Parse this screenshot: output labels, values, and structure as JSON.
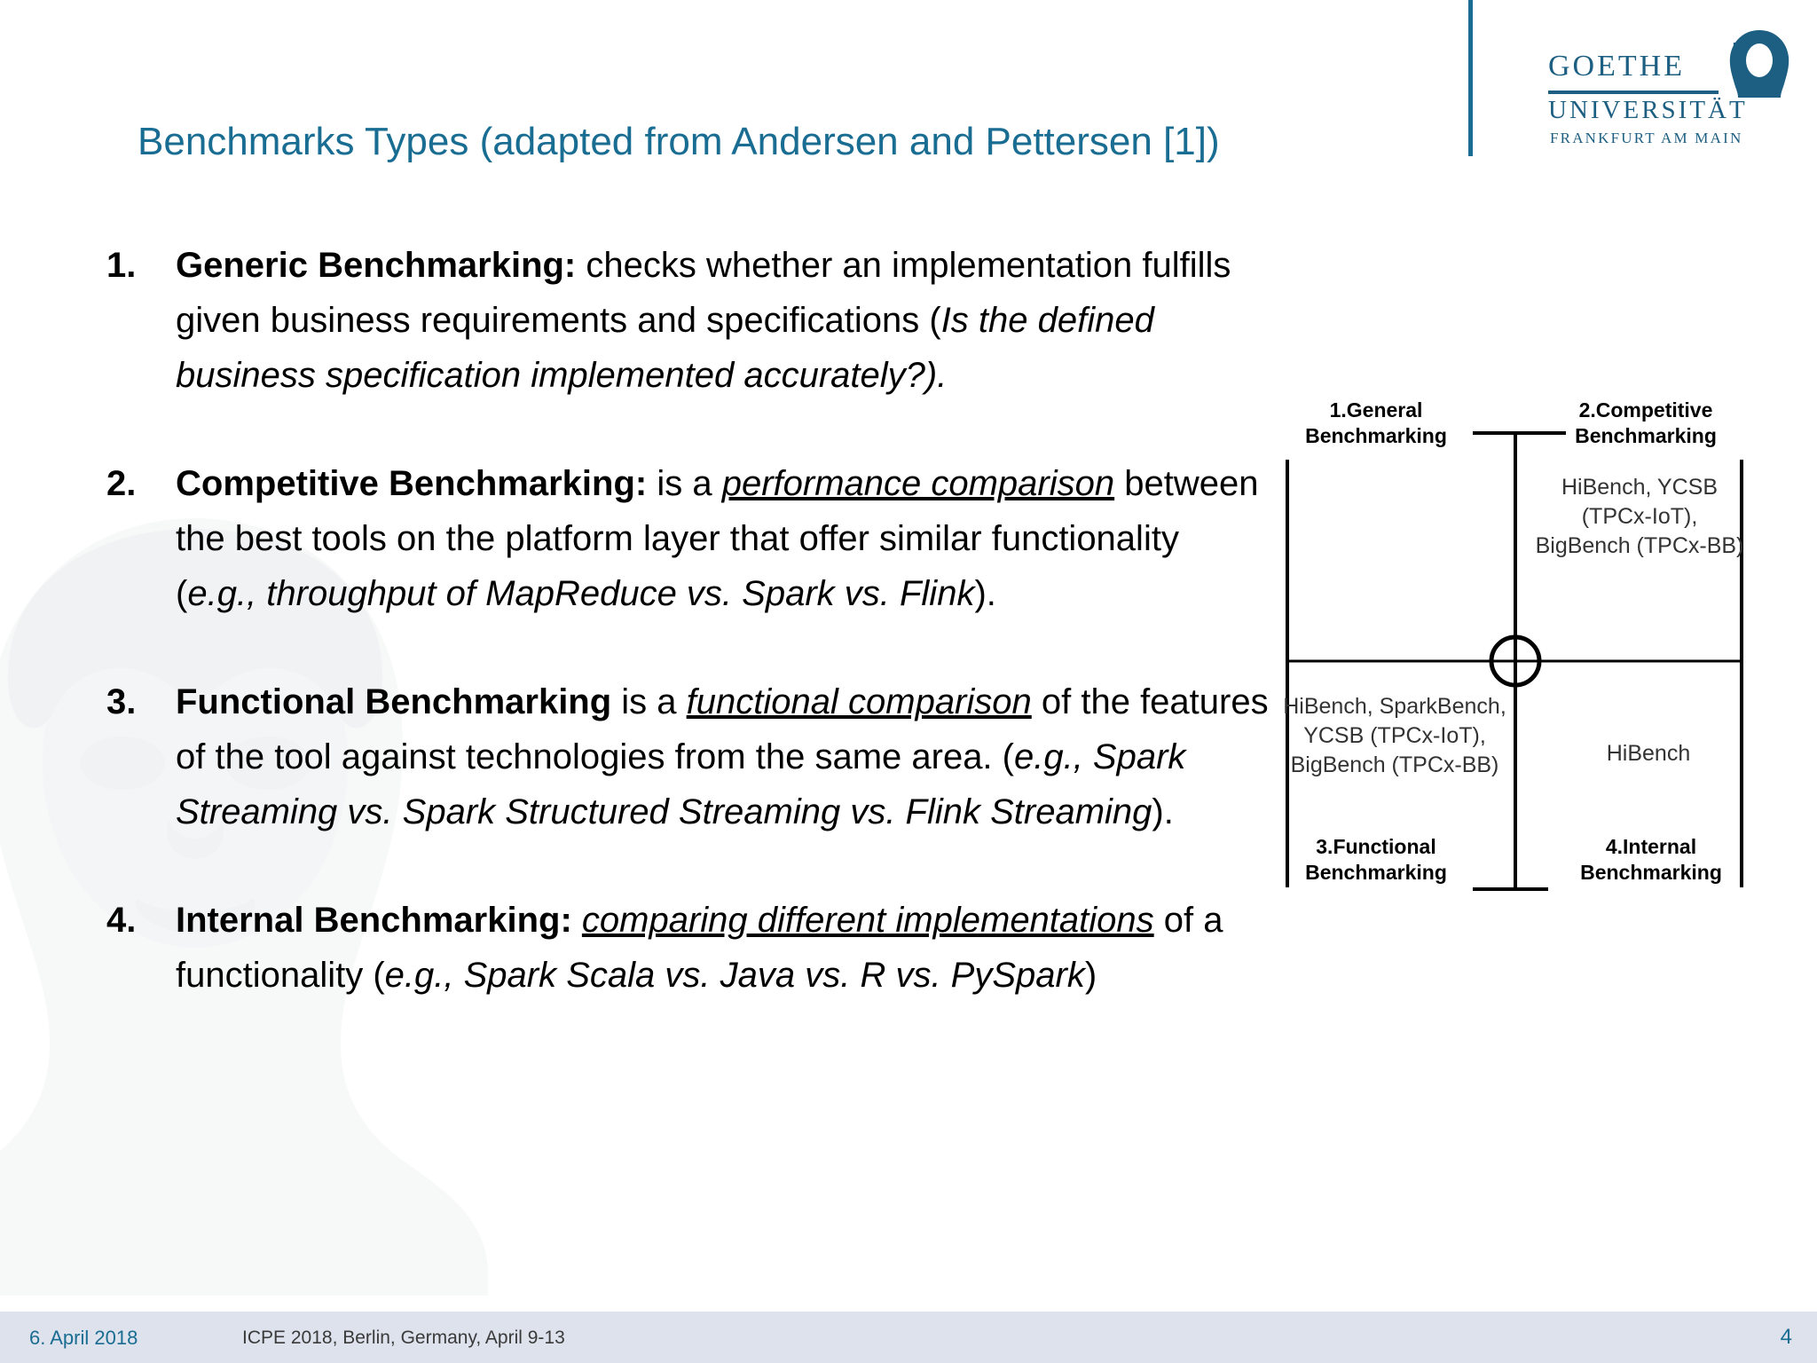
{
  "header": {
    "title": "Benchmarks Types (adapted from  Andersen and Pettersen [1])",
    "title_color": "#1a6d92",
    "logo": {
      "line1": "GOETHE",
      "line2": "UNIVERSITÄT",
      "line3": "FRANKFURT AM MAIN",
      "color": "#1c5f82"
    }
  },
  "content": {
    "items": [
      {
        "number": "1.",
        "segments": [
          {
            "text": "Generic Benchmarking:",
            "style": "bold"
          },
          {
            "text": " checks whether an implementation fulfills given business requirements and specifications (",
            "style": "normal"
          },
          {
            "text": "Is the defined business specification implemented accurately?).",
            "style": "italic"
          }
        ]
      },
      {
        "number": "2.",
        "segments": [
          {
            "text": "Competitive Benchmarking:",
            "style": "bold"
          },
          {
            "text": " is a ",
            "style": "normal"
          },
          {
            "text": "performance comparison",
            "style": "italic-underline"
          },
          {
            "text": " between the best tools on the platform layer that offer similar functionality (",
            "style": "normal"
          },
          {
            "text": "e.g., throughput of MapReduce vs. Spark vs. Flink",
            "style": "italic"
          },
          {
            "text": ").",
            "style": "normal"
          }
        ]
      },
      {
        "number": "3.",
        "segments": [
          {
            "text": "Functional Benchmarking",
            "style": "bold"
          },
          {
            "text": " is a ",
            "style": "normal"
          },
          {
            "text": "functional comparison",
            "style": "italic-underline"
          },
          {
            "text": " of the features of the tool against technologies from the same area. (",
            "style": "normal"
          },
          {
            "text": "e.g.,  Spark Streaming vs. Spark Structured Streaming vs. Flink Streaming",
            "style": "italic"
          },
          {
            "text": ").",
            "style": "normal"
          }
        ]
      },
      {
        "number": "4.",
        "segments": [
          {
            "text": "Internal Benchmarking:",
            "style": "bold"
          },
          {
            "text": " ",
            "style": "normal"
          },
          {
            "text": "comparing different implementations",
            "style": "italic-underline"
          },
          {
            "text": " of a functionality (",
            "style": "normal"
          },
          {
            "text": "e.g., Spark Scala vs. Java vs. R vs. PySpark",
            "style": "italic"
          },
          {
            "text": ")",
            "style": "normal"
          }
        ]
      }
    ]
  },
  "diagram": {
    "type": "quadrant",
    "quadrants": [
      {
        "id": "q1",
        "heading": "1.General\nBenchmarking",
        "heading_line1": "1.General",
        "heading_line2": "Benchmarking",
        "body": ""
      },
      {
        "id": "q2",
        "heading_line1": "2.Competitive",
        "heading_line2": "Benchmarking",
        "body": "HiBench, YCSB (TPCx-IoT), BigBench (TPCx-BB)"
      },
      {
        "id": "q3",
        "heading_line1": "3.Functional",
        "heading_line2": "Benchmarking",
        "body": "HiBench, SparkBench, YCSB (TPCx-IoT), BigBench (TPCx-BB)"
      },
      {
        "id": "q4",
        "heading_line1": "4.Internal",
        "heading_line2": "Benchmarking",
        "body": "HiBench"
      }
    ],
    "line_color": "#000000"
  },
  "footer": {
    "date": "6. April 2018",
    "conference": "ICPE 2018, Berlin, Germany, April 9-13",
    "page": "4",
    "background": "#dde2ed",
    "accent_color": "#1a6d92"
  }
}
